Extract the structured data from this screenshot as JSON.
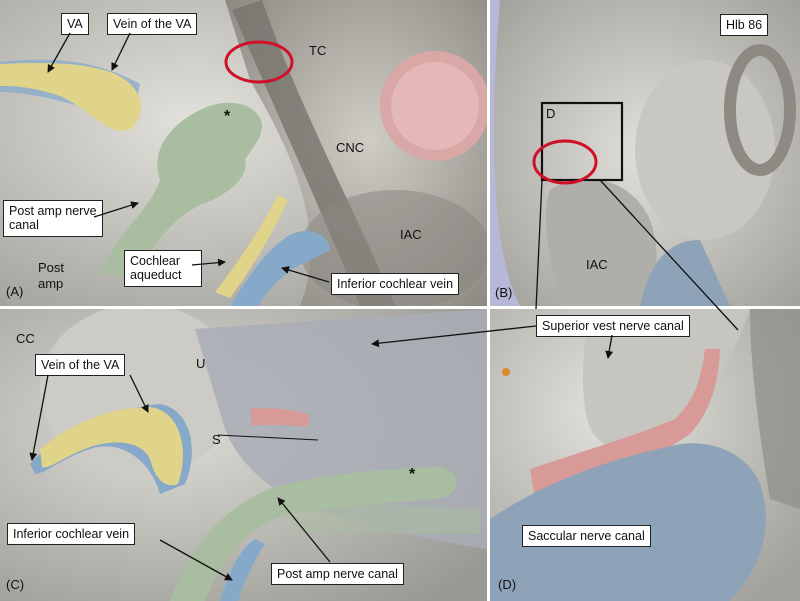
{
  "colors": {
    "bone": "#b9b7b1",
    "bone_dark": "#8c8a85",
    "bone_light": "#d9d7d2",
    "vein_blue": "#86a9c9",
    "artery_yellow": "#e0d48a",
    "nerve_green": "#a9bea0",
    "nerve_pink": "#d79a96",
    "saccular_blue": "#8fa3b8",
    "marker_red": "#d01028"
  },
  "panel_a": {
    "id": "(A)",
    "va": "VA",
    "vein_va": "Vein of the VA",
    "tc": "TC",
    "cnc": "CNC",
    "iac": "IAC",
    "post_amp_canal": "Post amp nerve canal",
    "post_amp": "Post amp",
    "cochlear_aqueduct": "Cochlear aqueduct",
    "inferior_cochlear_vein": "Inferior cochlear vein",
    "asterisk": "*"
  },
  "panel_b": {
    "id": "(B)",
    "specimen": "Hlb 86",
    "d": "D",
    "iac": "IAC"
  },
  "panel_c": {
    "id": "(C)",
    "cc": "CC",
    "vein_va": "Vein of the VA",
    "u": "U",
    "s": "S",
    "inferior_cochlear_vein": "Inferior cochlear vein",
    "post_amp_canal": "Post amp nerve canal",
    "asterisk": "*"
  },
  "panel_d": {
    "id": "(D)",
    "superior_vest": "Superior vest nerve canal",
    "saccular": "Saccular nerve canal"
  }
}
